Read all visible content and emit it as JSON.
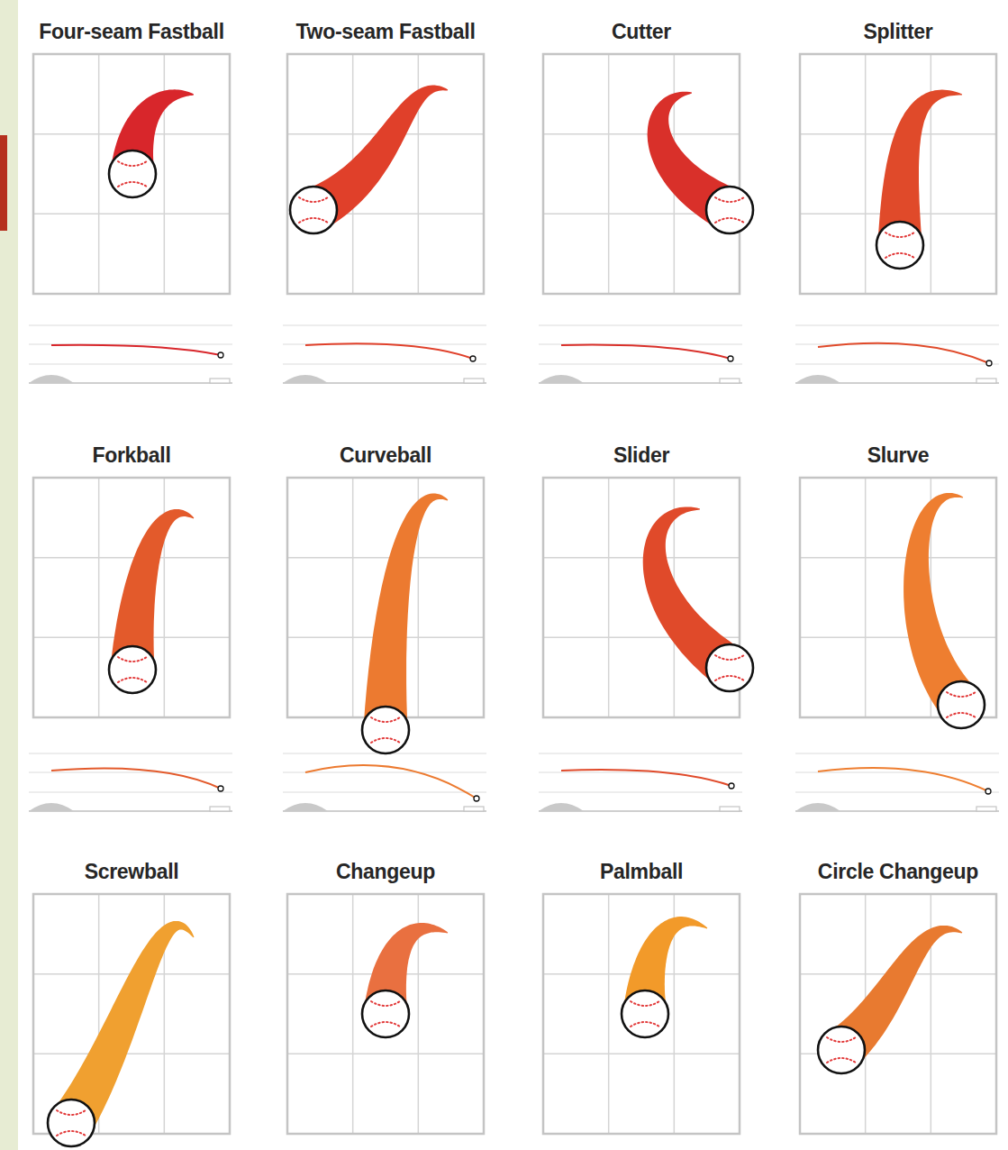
{
  "diagram": {
    "nodes": [
      {
        "text": [
          "Four-seam Fastball"
        ]
      },
      {
        "text": [
          "Two-seam Fastball"
        ]
      },
      {
        "text": [
          "Cutter"
        ]
      },
      {
        "text": [
          "Splitter"
        ]
      },
      {
        "text": [
          "Forkball"
        ]
      },
      {
        "text": [
          "Curveball"
        ]
      },
      {
        "text": [
          "Slider"
        ]
      },
      {
        "text": [
          "Slurve"
        ]
      },
      {
        "text": [
          "Screwball"
        ]
      },
      {
        "text": [
          "Changeup"
        ]
      },
      {
        "text": [
          "Palmball"
        ]
      },
      {
        "text": [
          "Circle Changeup"
        ]
      }
    ]
  }
}
